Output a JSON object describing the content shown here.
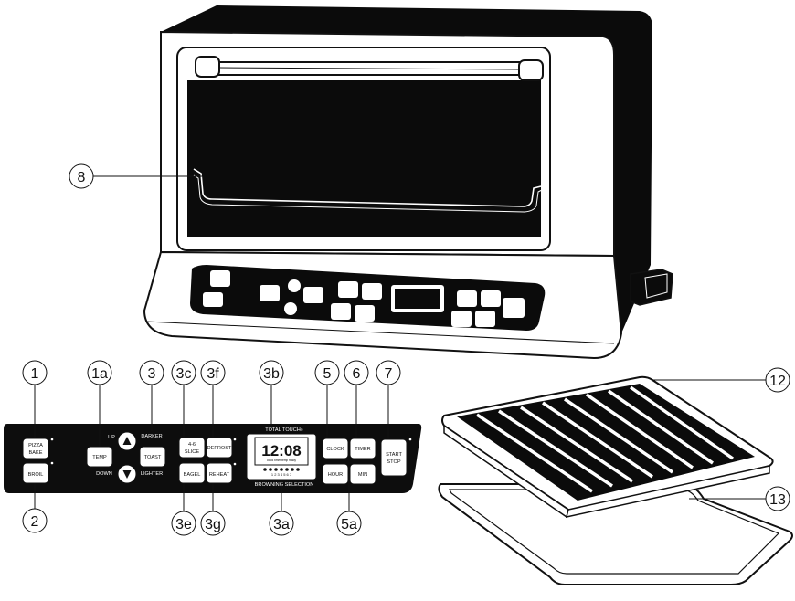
{
  "callouts": {
    "c1": "1",
    "c1a": "1a",
    "c2": "2",
    "c3": "3",
    "c3a": "3a",
    "c3b": "3b",
    "c3c": "3c",
    "c3e": "3e",
    "c3f": "3f",
    "c3g": "3g",
    "c5": "5",
    "c5a": "5a",
    "c6": "6",
    "c7": "7",
    "c8": "8",
    "c12": "12",
    "c13": "13"
  },
  "panel": {
    "pizza": "PIZZA",
    "bake": "BAKE",
    "broil": "BROIL",
    "temp": "TEMP",
    "up": "UP",
    "down": "DOWN",
    "darker": "DARKER",
    "lighter": "LIGHTER",
    "toast": "TOAST",
    "slice_count": "4-6",
    "slice": "SLICE",
    "bagel": "BAGEL",
    "defrost": "DEFROST",
    "reheat": "REHEAT",
    "brand": "TOTAL TOUCH",
    "brand_mark": "®",
    "display_time": "12:08",
    "display_status": "clock timer temp ready",
    "shade_digits": "1 2 3 4 5 6 7",
    "browning": "BROWNING SELECTION",
    "clock": "CLOCK",
    "timer": "TIMER",
    "hour": "HOUR",
    "min": "MIN",
    "start": "START",
    "stop": "STOP"
  },
  "colors": {
    "ink": "#111111",
    "panel_bg": "#0d0d0d",
    "paper": "#ffffff"
  }
}
